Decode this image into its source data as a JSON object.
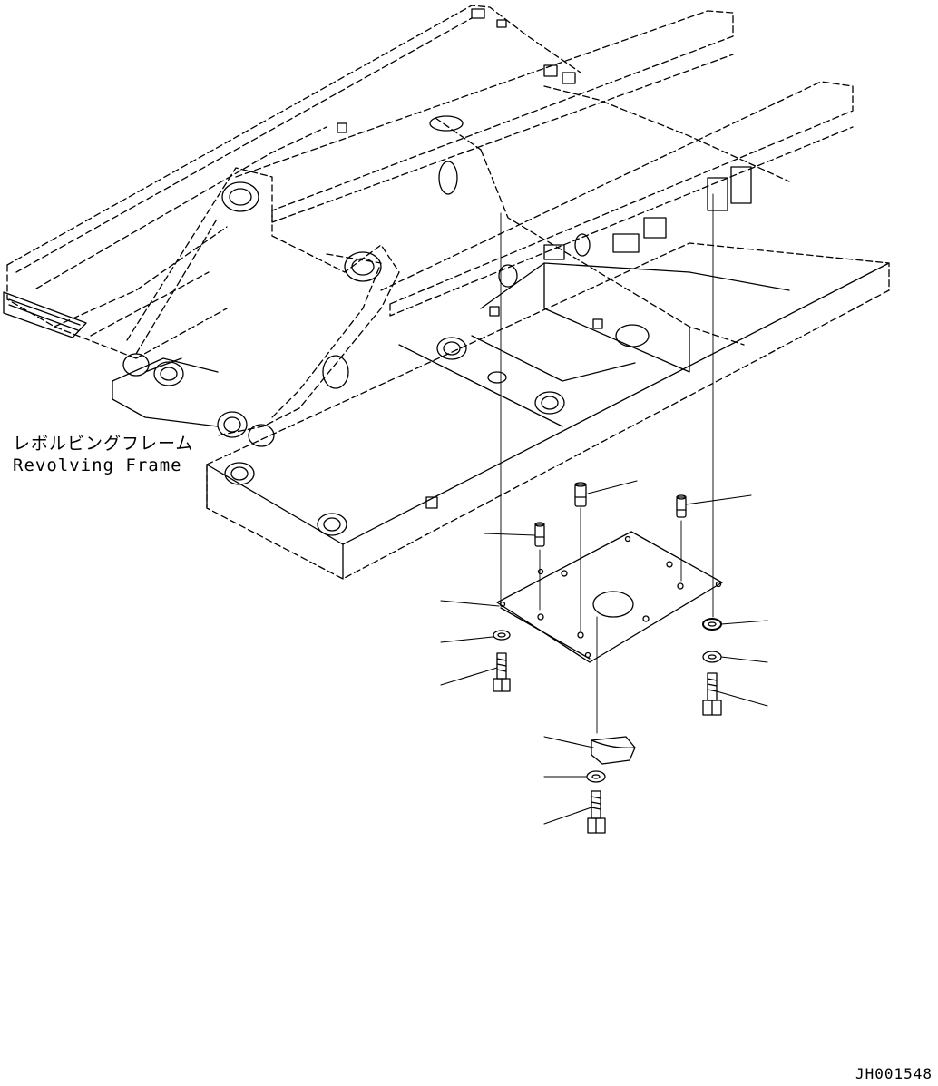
{
  "labels": {
    "japanese": "レボルビングフレーム",
    "english": "Revolving Frame"
  },
  "drawing_number": "JH001548",
  "colors": {
    "line": "#000000",
    "background": "#ffffff"
  }
}
